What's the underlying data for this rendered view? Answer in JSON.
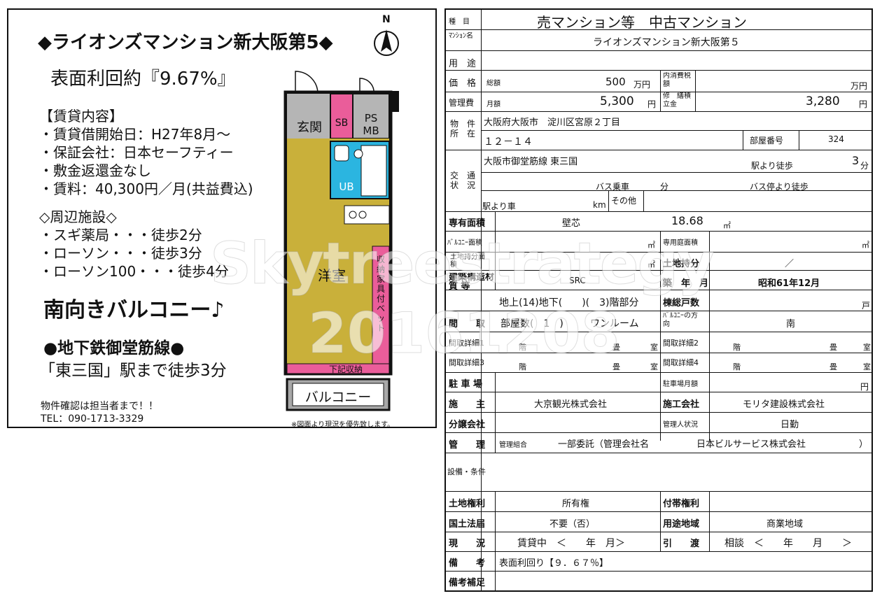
{
  "flyer": {
    "title": "◆ライオンズマンション新大阪第5◆",
    "yield": "表面利回約『9.67%』",
    "lease_header": "【賃貸内容】",
    "lease_items": [
      "・賃貸借開始日：H27年8月～",
      "・保証会社：日本セーフティー",
      "・敷金返還金なし",
      "・賃料：40,300円／月(共益費込)"
    ],
    "nearby_header": "◇周辺施設◇",
    "nearby_items": [
      "・スギ薬局・・・徒歩2分",
      "・ローソン・・・徒歩3分",
      "・ローソン100・・・徒歩4分"
    ],
    "balcony_text": "南向きバルコニー♪",
    "subway_line": "●地下鉄御堂筋線●",
    "station_walk": "「東三国」駅まで徒歩3分",
    "contact_note": "物件確認は担当者まで！！",
    "tel": "TEL：090-1713-3329",
    "plan_note": "※図面より現況を優先致します。",
    "north_label": "N",
    "plan": {
      "genkan": "玄関",
      "sb": "SB",
      "ps": "PS",
      "mb": "MB",
      "ub": "UB",
      "youshitsu": "洋室",
      "storage_bed": "収納家具付ベット",
      "under_storage": "下記収納",
      "balcony": "バルコニー"
    },
    "colors": {
      "genkan": "#b5b5b5",
      "sb": "#ea5d9a",
      "ub": "#2bb5e0",
      "room": "#c9b03a",
      "storage": "#ea5d9a",
      "balcony": "#a8a8a8"
    }
  },
  "watermark": {
    "line1": "Skytreestrategy",
    "line2": "20161208"
  },
  "sheet": {
    "type_label": "種　目",
    "type_value": "売マンション等　中古マンション",
    "name_label": "ﾏﾝｼｮﾝ名",
    "name_value": "ライオンズマンション新大阪第５",
    "use_label": "用　途",
    "price_label": "価　格",
    "total_label": "総額",
    "price_value": "500",
    "price_unit": "万円",
    "tax_label": "内消費税　額",
    "tax_unit": "万円",
    "mgmt_label": "管理費",
    "monthly_label": "月額",
    "mgmt_value": "5,300",
    "yen": "円",
    "repair_label": "修　繕積立金",
    "repair_value": "3,280",
    "location_label": "物　件所　在",
    "address1": "大阪府大阪市　淀川区宮原２丁目",
    "address2": "１２－１４",
    "room_no_label": "部屋番号",
    "room_no": "324",
    "traffic_label": "交　通状　況",
    "line_station": "大阪市御堂筋線 東三国",
    "walk_label": "駅より徒歩",
    "walk_min": "3",
    "min_unit": "分",
    "bus_label": "バス乗車",
    "bus_min_unit": "分",
    "bus_stop_label": "バス停より徒歩",
    "car_label": "駅より車",
    "km": "km",
    "other_label": "その他",
    "area_label": "専有面積",
    "wall_label": "壁芯",
    "area_value": "18.68",
    "sqm": "㎡",
    "balcony_area_label": "ﾊﾞﾙｺﾆｰ面積",
    "garden_label": "専用庭面積",
    "land_share_label": "土地持分面　積",
    "land_share2_label": "土地持分",
    "land_share2_value": "／",
    "structure_label": "建築構造材 質 等",
    "structure_value": "SRC",
    "built_label": "築　年　月",
    "built_value": "昭和61年12月",
    "floors_text": "地上(14)地下(　　)(　3)階部分",
    "units_label": "棟総戸数",
    "units_unit": "戸",
    "layout_label": "間　　取",
    "rooms_text": "部屋数(　1　)",
    "layout_value": "ワンルーム",
    "direction_label": "ﾊﾞﾙｺﾆｰの方　向",
    "direction_value": "南",
    "detail1_label": "間取詳細1",
    "detail2_label": "間取詳細2",
    "detail3_label": "間取詳細3",
    "detail4_label": "間取詳細4",
    "floor_word": "階",
    "tatami_word": "畳",
    "room_word": "室",
    "parking_label": "駐 車 場",
    "parking_fee_label": "駐車場月額",
    "owner_label": "施　　主",
    "owner_value": "大京観光株式会社",
    "builder_label": "施工会社",
    "builder_value": "モリタ建設株式会社",
    "seller_label": "分譲会社",
    "manager_status_label": "管理人状況",
    "manager_status_value": "日勤",
    "management_label": "管　　理",
    "assoc_label": "管理組合",
    "consign_value": "一部委託（管理会社名",
    "mgmt_company": "日本ビルサービス株式会社",
    "close_paren": "）",
    "facility_label": "設備・条件",
    "land_right_label": "土地権利",
    "land_right_value": "所有権",
    "attached_right_label": "付帯権利",
    "national_law_label": "国土法届",
    "national_law_value": "不要（否）",
    "zoning_label": "用途地域",
    "zoning_value": "商業地域",
    "status_label": "現　　況",
    "status_value": "賃貸中　＜　　年　月＞",
    "delivery_label": "引　　渡",
    "delivery_value": "相談　＜　　年　　月　　＞",
    "remarks_label": "備　　考",
    "remarks_value": "表面利回り【９．６７％】",
    "remarks2_label": "備考補足"
  }
}
